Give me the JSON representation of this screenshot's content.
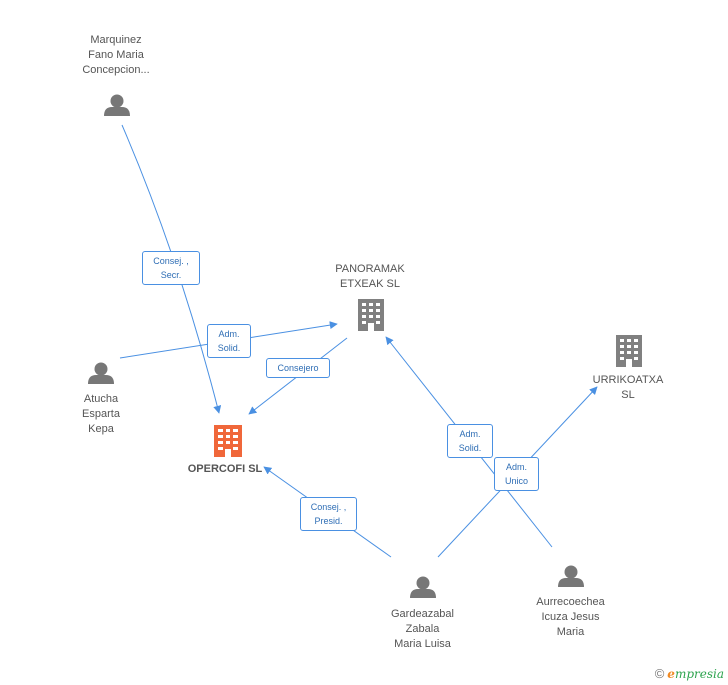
{
  "colors": {
    "edge": "#4a90e2",
    "person": "#777777",
    "company": "#808080",
    "main_company": "#f0673a"
  },
  "nodes": {
    "marquinez": {
      "lines": [
        "Marquinez",
        "Fano Maria",
        "Concepcion..."
      ],
      "icon": "person-icon"
    },
    "panoramak": {
      "lines": [
        "PANORAMAK",
        "ETXEAK SL"
      ],
      "icon": "building-icon"
    },
    "atucha": {
      "lines": [
        "Atucha",
        "Esparta",
        "Kepa"
      ],
      "icon": "person-icon"
    },
    "opercofi": {
      "lines": [
        "OPERCOFI SL"
      ],
      "icon": "building-icon"
    },
    "urrikoatxa": {
      "lines": [
        "URRIKOATXA",
        "SL"
      ],
      "icon": "building-icon"
    },
    "gardeazabal": {
      "lines": [
        "Gardeazabal",
        "Zabala",
        "Maria Luisa"
      ],
      "icon": "person-icon"
    },
    "aurrecoechea": {
      "lines": [
        "Aurrecoechea",
        "Icuza Jesus",
        "Maria"
      ],
      "icon": "person-icon"
    }
  },
  "edges": {
    "e1": [
      "Consej. ,",
      "Secr."
    ],
    "e2": [
      "Adm.",
      "Solid."
    ],
    "e3": [
      "Consejero"
    ],
    "e4": [
      "Adm.",
      "Solid."
    ],
    "e5": [
      "Adm.",
      "Unico"
    ],
    "e6": [
      "Consej. ,",
      "Presid."
    ]
  },
  "watermark": {
    "copyright": "©",
    "brand_initial": "e",
    "brand_rest": "mpresia"
  }
}
